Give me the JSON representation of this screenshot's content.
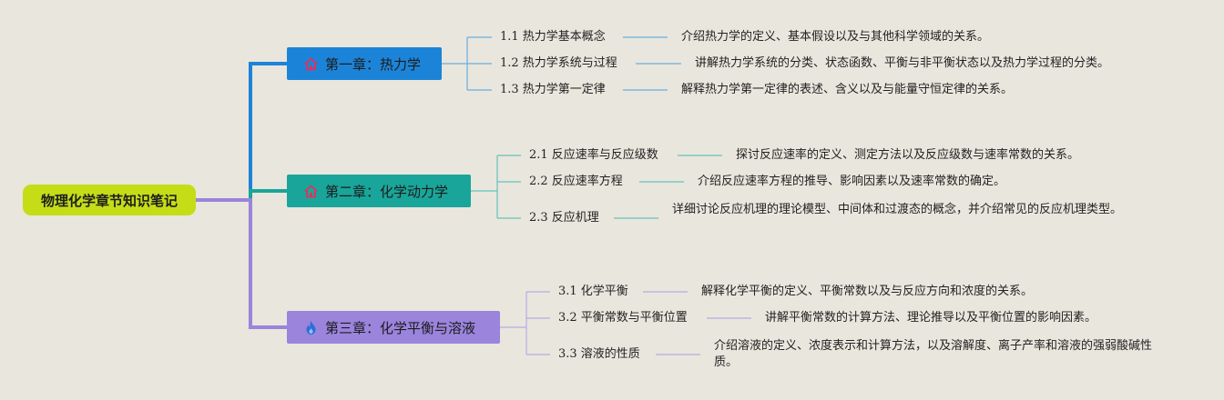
{
  "root": {
    "label": "物理化学章节知识笔记"
  },
  "chapters": [
    {
      "title": "第一章：热力学",
      "icon": "house-icon",
      "color": "#1c84d8",
      "sections": [
        {
          "title": "1.1 热力学基本概念",
          "desc": "介绍热力学的定义、基本假设以及与其他科学领域的关系。"
        },
        {
          "title": "1.2 热力学系统与过程",
          "desc": "讲解热力学系统的分类、状态函数、平衡与非平衡状态以及热力学过程的分类。"
        },
        {
          "title": "1.3 热力学第一定律",
          "desc": "解释热力学第一定律的表述、含义以及与能量守恒定律的关系。"
        }
      ]
    },
    {
      "title": "第二章：化学动力学",
      "icon": "house-icon",
      "color": "#19a59a",
      "sections": [
        {
          "title": "2.1 反应速率与反应级数",
          "desc": "探讨反应速率的定义、测定方法以及反应级数与速率常数的关系。"
        },
        {
          "title": "2.2 反应速率方程",
          "desc": "介绍反应速率方程的推导、影响因素以及速率常数的确定。"
        },
        {
          "title": "2.3 反应机理",
          "desc": "详细讨论反应机理的理论模型、中间体和过渡态的概念，并介绍常见的反应机理类型。"
        }
      ]
    },
    {
      "title": "第三章：化学平衡与溶液",
      "icon": "flame-icon",
      "color": "#9a84dc",
      "sections": [
        {
          "title": "3.1 化学平衡",
          "desc": "解释化学平衡的定义、平衡常数以及与反应方向和浓度的关系。"
        },
        {
          "title": "3.2 平衡常数与平衡位置",
          "desc": "讲解平衡常数的计算方法、理论推导以及平衡位置的影响因素。"
        },
        {
          "title": "3.3 溶液的性质",
          "desc": "介绍溶液的定义、浓度表示和计算方法，以及溶解度、离子产率和溶液的强弱酸碱性质。"
        }
      ]
    }
  ]
}
